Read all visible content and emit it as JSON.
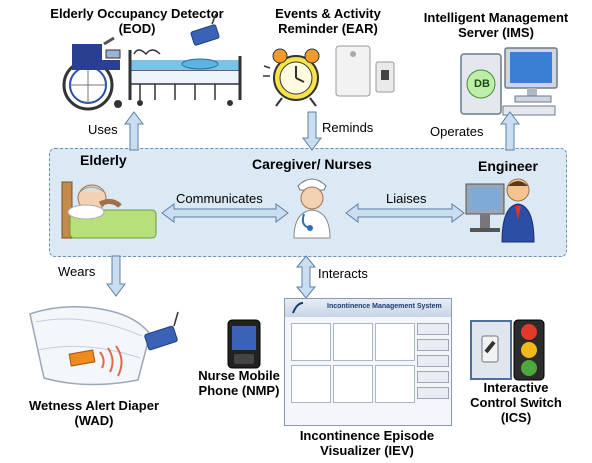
{
  "title": "",
  "components": {
    "eod": {
      "line1": "Elderly Occupancy Detector",
      "line2": "(EOD)"
    },
    "ear": {
      "line1": "Events & Activity",
      "line2": "Reminder (EAR)"
    },
    "ims": {
      "line1": "Intelligent Management",
      "line2": "Server (IMS)",
      "db_label": "DB"
    },
    "wad": {
      "line1": "Wetness Alert Diaper",
      "line2": "(WAD)"
    },
    "nmp": {
      "line1": "Nurse Mobile",
      "line2": "Phone (NMP)"
    },
    "iev": {
      "line1": "Incontinence Episode",
      "line2": "Visualizer (IEV)",
      "screen_title": "Incontinence Management System"
    },
    "ics": {
      "line1": "Interactive",
      "line2": "Control Switch",
      "line3": "(ICS)"
    }
  },
  "roles": {
    "elderly": "Elderly",
    "caregiver": "Caregiver/ Nurses",
    "engineer": "Engineer"
  },
  "relations": {
    "uses": "Uses",
    "reminds": "Reminds",
    "operates": "Operates",
    "communicates": "Communicates",
    "liaises": "Liaises",
    "wears": "Wears",
    "interacts": "Interacts"
  },
  "colors": {
    "band_fill": "#dbe9f5",
    "band_border": "#6f8fb0",
    "arrow_fill": "#c9def0",
    "arrow_stroke": "#5b7fa6"
  }
}
